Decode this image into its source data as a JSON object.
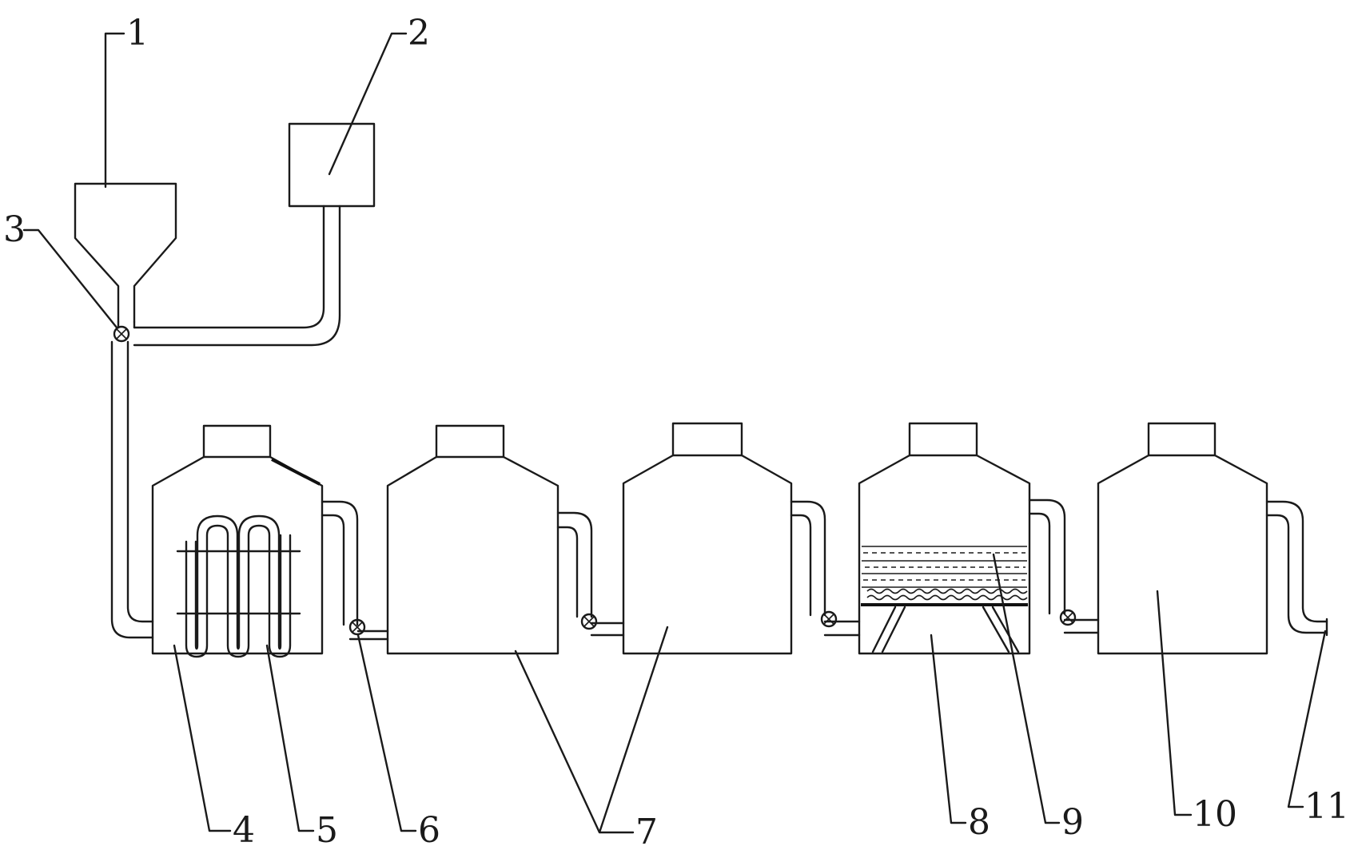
{
  "labels": {
    "l1": "1",
    "l2": "2",
    "l3": "3",
    "l4": "4",
    "l5": "5",
    "l6": "6",
    "l7": "7",
    "l8": "8",
    "l9": "9",
    "l10": "10",
    "l11": "11"
  },
  "colors": {
    "ink": "#1a1a1a",
    "paper": "#ffffff"
  }
}
